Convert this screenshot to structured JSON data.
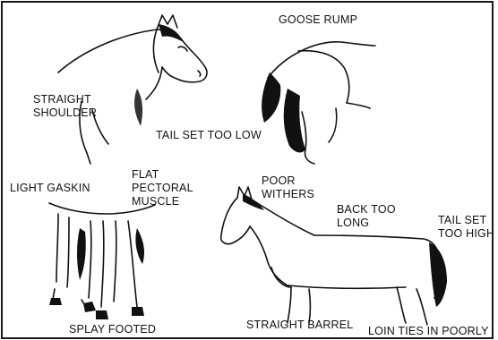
{
  "labels": {
    "goose_rump": "GOOSE RUMP",
    "straight_shoulder": "STRAIGHT\nSHOULDER",
    "tail_set_too_low": "TAIL SET TOO LOW",
    "light_gaskin": "LIGHT GASKIN",
    "flat_pectoral_muscle": "FLAT\nPECTORAL\nMUSCLE",
    "poor_withers": "POOR\nWITHERS",
    "back_too_long": "BACK TOO\nLONG",
    "tail_set_too_high": "TAIL SET\nTOO HIGH",
    "splay_footed": "SPLAY FOOTED",
    "straight_barrel": "STRAIGHT BARREL",
    "loin_ties_in_poorly": "LOIN TIES IN POORLY"
  },
  "colors": {
    "ink": "#111111",
    "background": "#ffffff"
  }
}
